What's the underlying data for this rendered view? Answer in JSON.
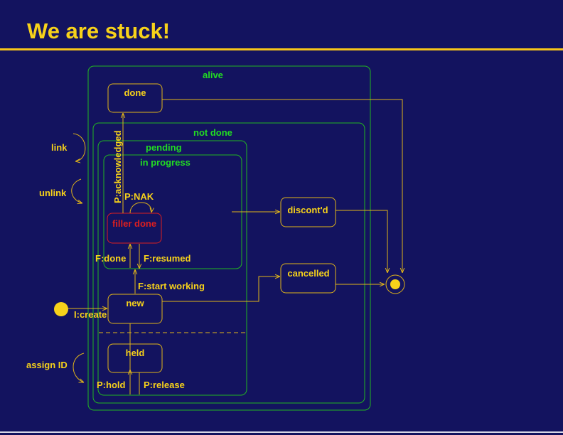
{
  "title": "We are stuck!",
  "colors": {
    "background": "#13135f",
    "title": "#f7d21a",
    "state_border": "#e0b41a",
    "container_border": "#22b522",
    "container_label": "#22dd22",
    "label": "#f7d21a",
    "filler_done": "#dd1f1f"
  },
  "containers": {
    "alive": "alive",
    "not_done": "not done",
    "pending": "pending",
    "in_progress": "in progress"
  },
  "states": {
    "done": "done",
    "filler_done": "filler done",
    "new": "new",
    "held": "held",
    "discontd": "discont'd",
    "cancelled": "cancelled"
  },
  "transitions": {
    "link": "link",
    "unlink": "unlink",
    "assign_id": "assign ID",
    "p_acknowledged": "P:acknowledged",
    "p_nak": "P:NAK",
    "f_done": "F:done",
    "f_resumed": "F:resumed",
    "f_start_working": "F:start working",
    "i_create": "I:create",
    "p_hold": "P:hold",
    "p_release": "P:release"
  }
}
